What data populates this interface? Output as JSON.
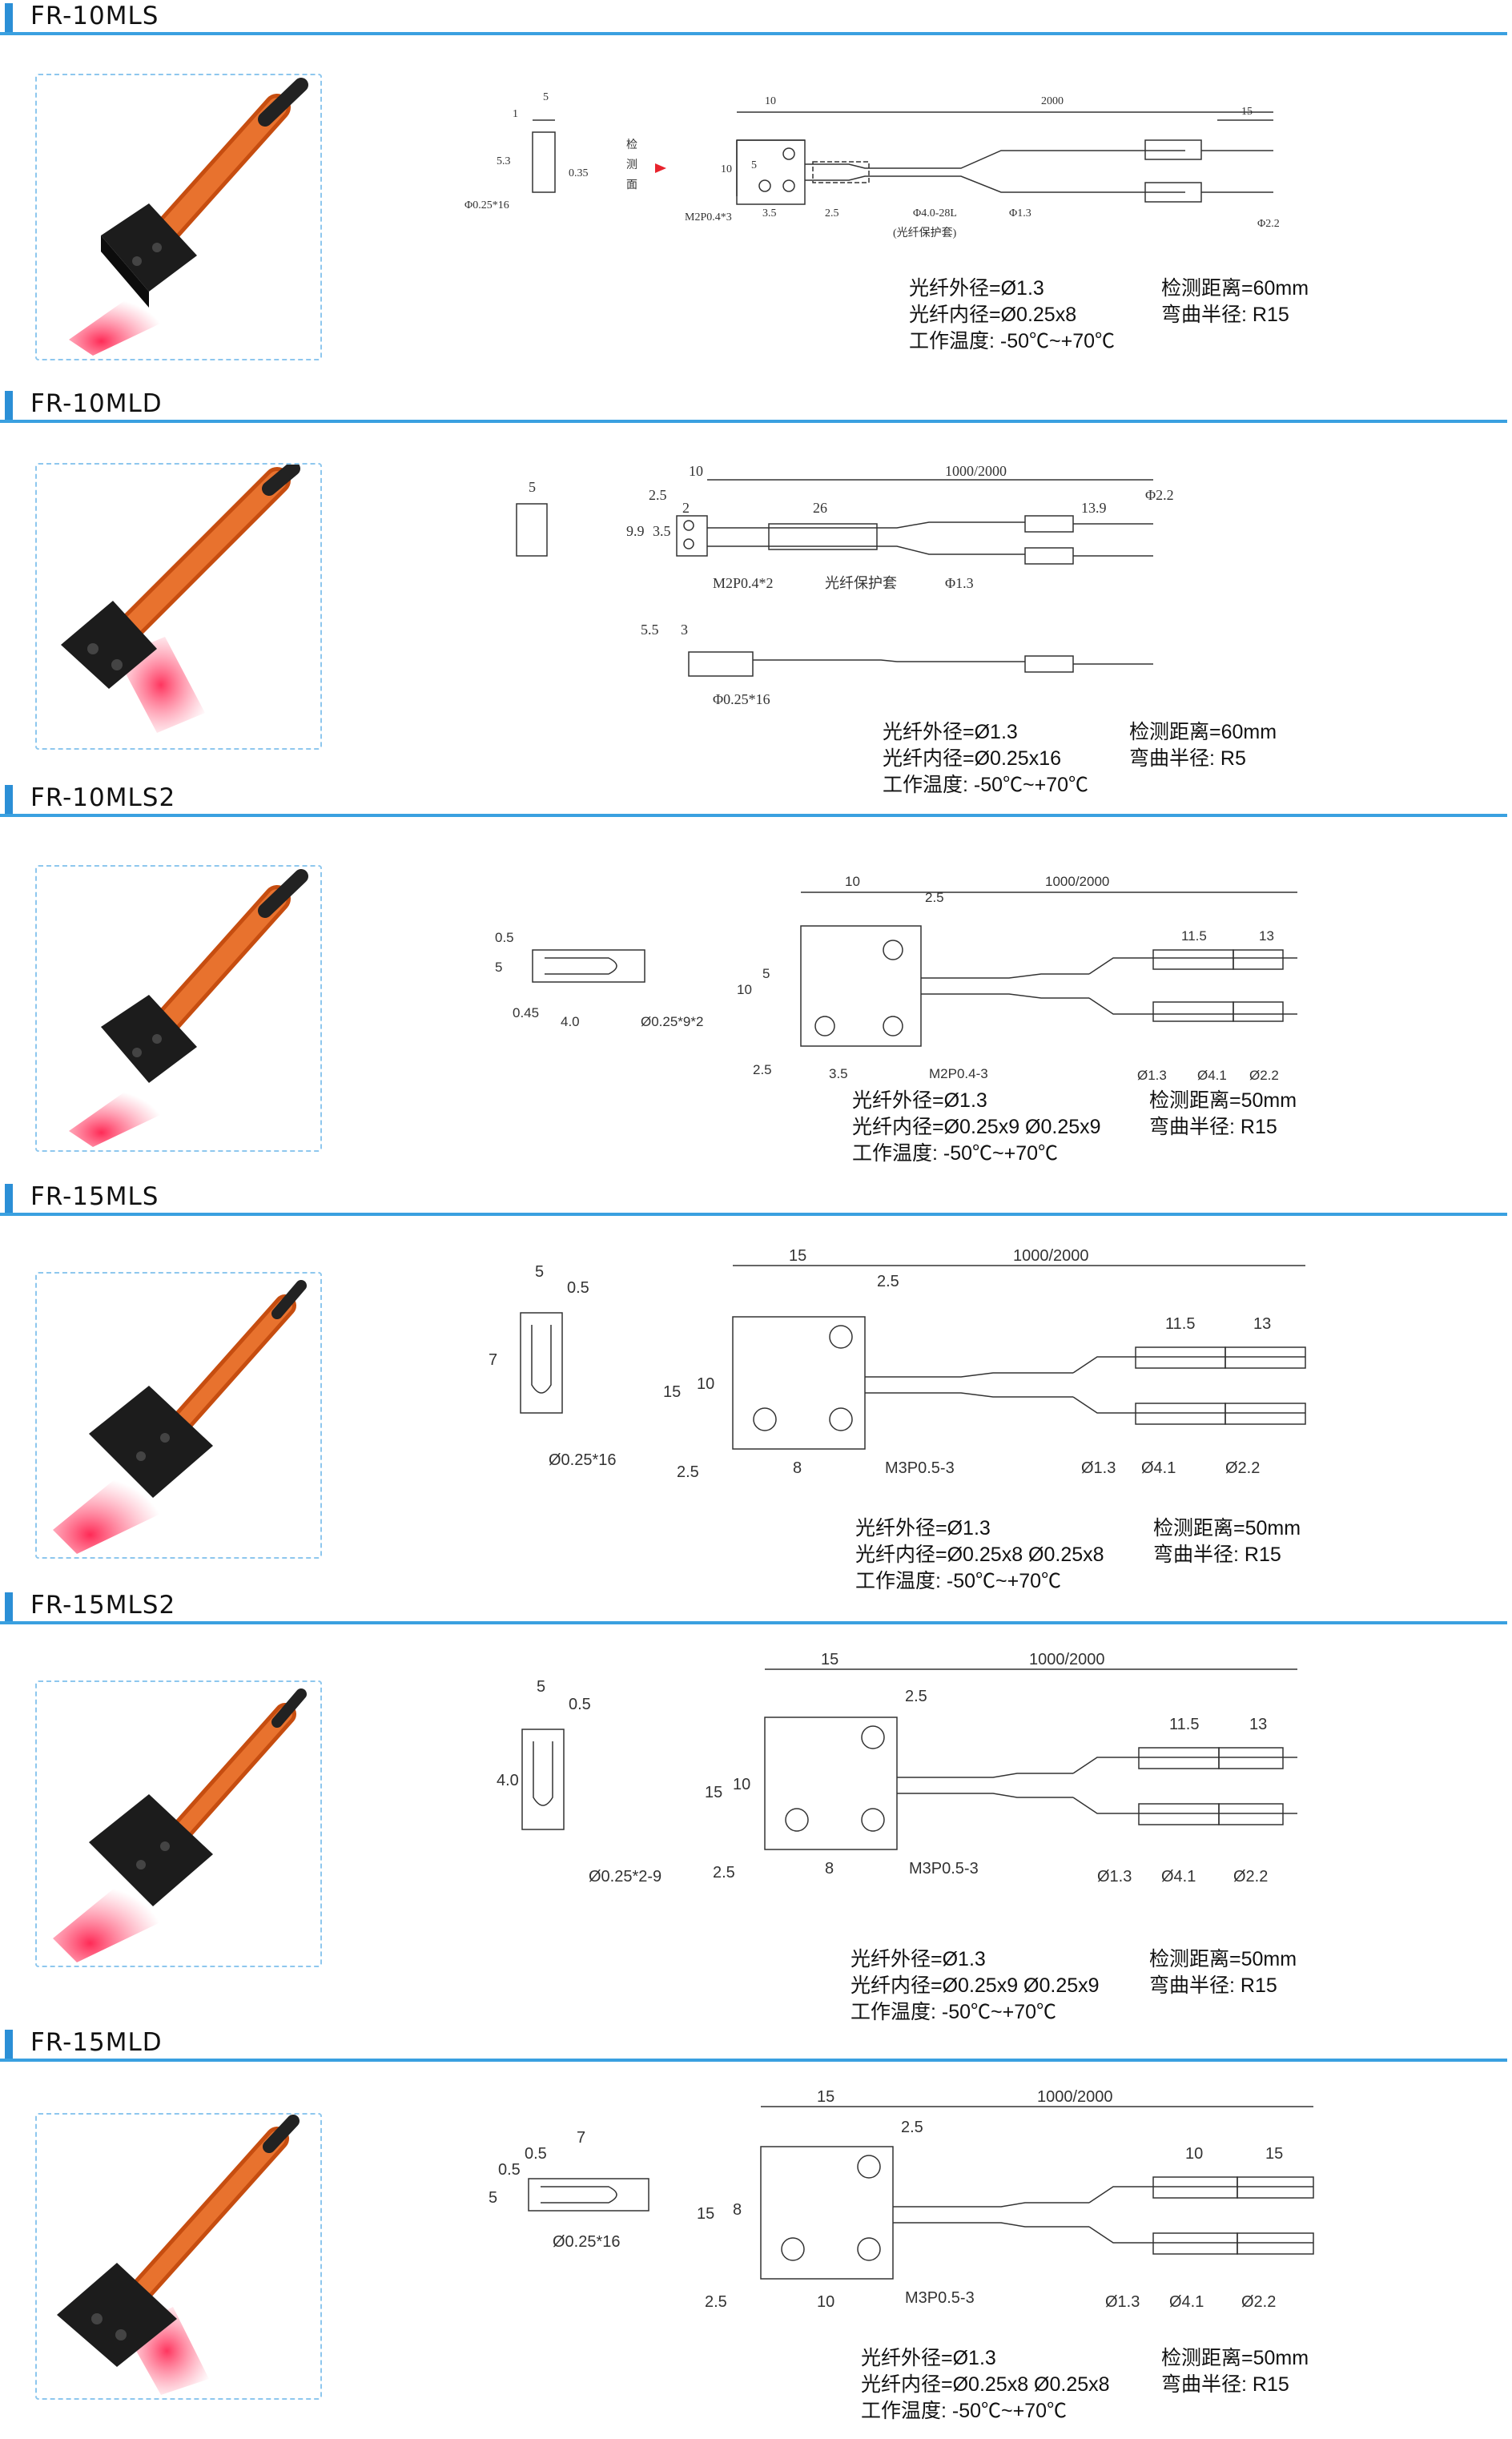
{
  "sections": [
    {
      "id": "s1",
      "title": "FR-10MLS",
      "photo_icon": "fiber-sensor-photo",
      "specs": [
        "光纤外径=Ø1.3",
        "光纤内径=Ø0.25x8",
        "工作温度: -50℃~+70℃"
      ],
      "specs_right": [
        "检测距离=60mm",
        "弯曲半径: R15"
      ],
      "drawing_labels": {
        "l1": "5",
        "l2": "1",
        "l3": "5.3",
        "l4": "0.35",
        "l5": "Φ0.25*16",
        "l6": "10",
        "l7": "2000",
        "l8": "15",
        "l9": "10",
        "l10": "5",
        "l11": "M2P0.4*3",
        "l12": "3.5",
        "l13": "2.5",
        "l14": "Φ4.0-28L",
        "l15": "(光纤保护套)",
        "l16": "Φ1.3",
        "l17": "Φ2.2",
        "l18": "检",
        "l19": "测",
        "l20": "面"
      }
    },
    {
      "id": "s2",
      "title": "FR-10MLD",
      "photo_icon": "fiber-sensor-photo",
      "specs": [
        "光纤外径=Ø1.3",
        "光纤内径=Ø0.25x16",
        "工作温度: -50℃~+70℃"
      ],
      "specs_right": [
        "检测距离=60mm",
        "弯曲半径: R5"
      ],
      "drawing_labels": {
        "l1": "5",
        "l2": "10",
        "l3": "1000/2000",
        "l4": "2.5",
        "l5": "2",
        "l6": "26",
        "l7": "13.9",
        "l8": "Φ2.2",
        "l9": "9.9",
        "l10": "3.5",
        "l11": "M2P0.4*2",
        "l12": "光纤保护套",
        "l13": "Φ1.3",
        "l14": "5.5",
        "l15": "3",
        "l16": "Φ0.25*16"
      }
    },
    {
      "id": "s3",
      "title": "FR-10MLS2",
      "photo_icon": "fiber-sensor-photo",
      "specs": [
        "光纤外径=Ø1.3",
        "光纤内径=Ø0.25x9    Ø0.25x9",
        "工作温度: -50℃~+70℃"
      ],
      "specs_right": [
        "检测距离=50mm",
        "弯曲半径: R15"
      ],
      "drawing_labels": {
        "l1": "5",
        "l2": "0.5",
        "l3": "0.45",
        "l4": "4.0",
        "l5": "Ø0.25*9*2",
        "l6": "10",
        "l7": "2.5",
        "l8": "1000/2000",
        "l9": "10",
        "l10": "5",
        "l11": "2.5",
        "l12": "3.5",
        "l13": "M2P0.4-3",
        "l14": "11.5",
        "l15": "13",
        "l16": "Ø1.3",
        "l17": "Ø4.1",
        "l18": "Ø2.2"
      }
    },
    {
      "id": "s4",
      "title": "FR-15MLS",
      "photo_icon": "fiber-sensor-photo",
      "specs": [
        "光纤外径=Ø1.3",
        "光纤内径=Ø0.25x8    Ø0.25x8",
        "工作温度: -50℃~+70℃"
      ],
      "specs_right": [
        "检测距离=50mm",
        "弯曲半径: R15"
      ],
      "drawing_labels": {
        "l1": "5",
        "l2": "0.5",
        "l3": "7",
        "l4": "Ø0.25*16",
        "l5": "15",
        "l6": "2.5",
        "l7": "1000/2000",
        "l8": "15",
        "l9": "10",
        "l10": "2.5",
        "l11": "8",
        "l12": "M3P0.5-3",
        "l13": "11.5",
        "l14": "13",
        "l15": "Ø1.3",
        "l16": "Ø4.1",
        "l17": "Ø2.2"
      }
    },
    {
      "id": "s5",
      "title": "FR-15MLS2",
      "photo_icon": "fiber-sensor-photo",
      "specs": [
        "光纤外径=Ø1.3",
        "光纤内径=Ø0.25x9    Ø0.25x9",
        "工作温度: -50℃~+70℃"
      ],
      "specs_right": [
        "检测距离=50mm",
        "弯曲半径: R15"
      ],
      "drawing_labels": {
        "l1": "5",
        "l2": "0.5",
        "l3": "4.0",
        "l4": "Ø0.25*2-9",
        "l5": "15",
        "l6": "2.5",
        "l7": "1000/2000",
        "l8": "15",
        "l9": "10",
        "l10": "2.5",
        "l11": "8",
        "l12": "M3P0.5-3",
        "l13": "11.5",
        "l14": "13",
        "l15": "Ø1.3",
        "l16": "Ø4.1",
        "l17": "Ø2.2"
      }
    },
    {
      "id": "s6",
      "title": "FR-15MLD",
      "photo_icon": "fiber-sensor-photo",
      "specs": [
        "光纤外径=Ø1.3",
        "光纤内径=Ø0.25x8    Ø0.25x8",
        "工作温度: -50℃~+70℃"
      ],
      "specs_right": [
        "检测距离=50mm",
        "弯曲半径: R15"
      ],
      "drawing_labels": {
        "l1": "5",
        "l2": "0.5",
        "l3": "0.5",
        "l4": "7",
        "l5": "Ø0.25*16",
        "l6": "15",
        "l7": "2.5",
        "l8": "1000/2000",
        "l9": "15",
        "l10": "8",
        "l11": "2.5",
        "l12": "10",
        "l13": "M3P0.5-3",
        "l14": "10",
        "l15": "15",
        "l16": "Ø1.3",
        "l17": "Ø4.1",
        "l18": "Ø2.2"
      }
    }
  ],
  "colors": {
    "accent": "#2b8fd6",
    "rule": "#3aa0e0",
    "photo_border": "#8ec7ee",
    "fiber_orange": "#e0621e",
    "beam_red": "#ff3355"
  }
}
